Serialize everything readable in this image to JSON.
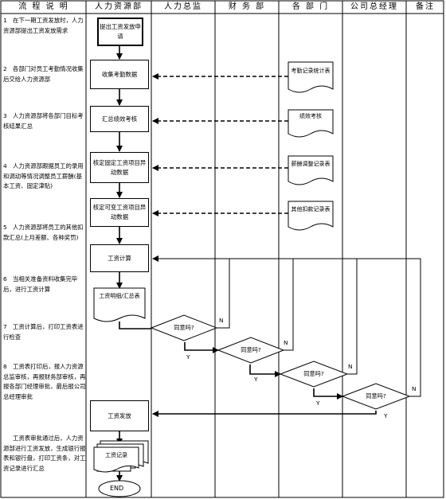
{
  "headers": {
    "col1": "流 程 说 明",
    "col2": "人力资源部",
    "col3": "人力总监",
    "col4": "财 务 部",
    "col5": "各 部 门",
    "col6": "公司总经理",
    "col7": "备注"
  },
  "steps": [
    {
      "num": "1",
      "text": "在下一期工资发放时，人力资源部提出工资发放需求"
    },
    {
      "num": "2",
      "text": "各部门对员工考勤情况收集后交给人力资源部"
    },
    {
      "num": "3",
      "text": "人力资源部将各部门目标考核结果汇总"
    },
    {
      "num": "4",
      "text": "人力资源部跟据员工的录用和调动等情况调整员工薪酬(基本工资、固定津贴)"
    },
    {
      "num": "5",
      "text": "人力资源部将员工的其他扣款汇总(上月差额、各种奖罚)"
    },
    {
      "num": "6",
      "text": "当相关准备资料收集完毕后，进行工资计算"
    },
    {
      "num": "7",
      "text": "工资计算后，打印工资表进行检查"
    },
    {
      "num": "8",
      "text": "工资表打印后，报人力资源总监审核，再报财务部审核，再报各部门经理审批，最后报公司总经理审批"
    },
    {
      "num": "",
      "text": "工资表审批通过后，人力资源部进行工资发放，生成银行报表和银行盘，打印工资条，对工资记录进行汇总"
    }
  ],
  "nodes": {
    "propose": "提出工资发放申请",
    "collect": "收集考勤数据",
    "summary_perf": "汇总绩效考核",
    "fixed": "核定固定工资项目异动数据",
    "variable": "核定可变工资项目异动数据",
    "calc": "工资计算",
    "detail": "工资明细/汇总表",
    "pay": "工资发放",
    "record": "工资记录",
    "end": "END"
  },
  "docs": {
    "attendance": "考勤记录统计表",
    "performance": "绩效考核",
    "salary_adjust": "薪酬调整记录表",
    "other_deduct": "其他扣款记录表"
  },
  "decisions": {
    "d1": "同意吗?",
    "d2": "同意吗?",
    "d3": "同意吗?",
    "d4": "同意吗?"
  },
  "labels": {
    "yes": "Y",
    "no": "N"
  }
}
